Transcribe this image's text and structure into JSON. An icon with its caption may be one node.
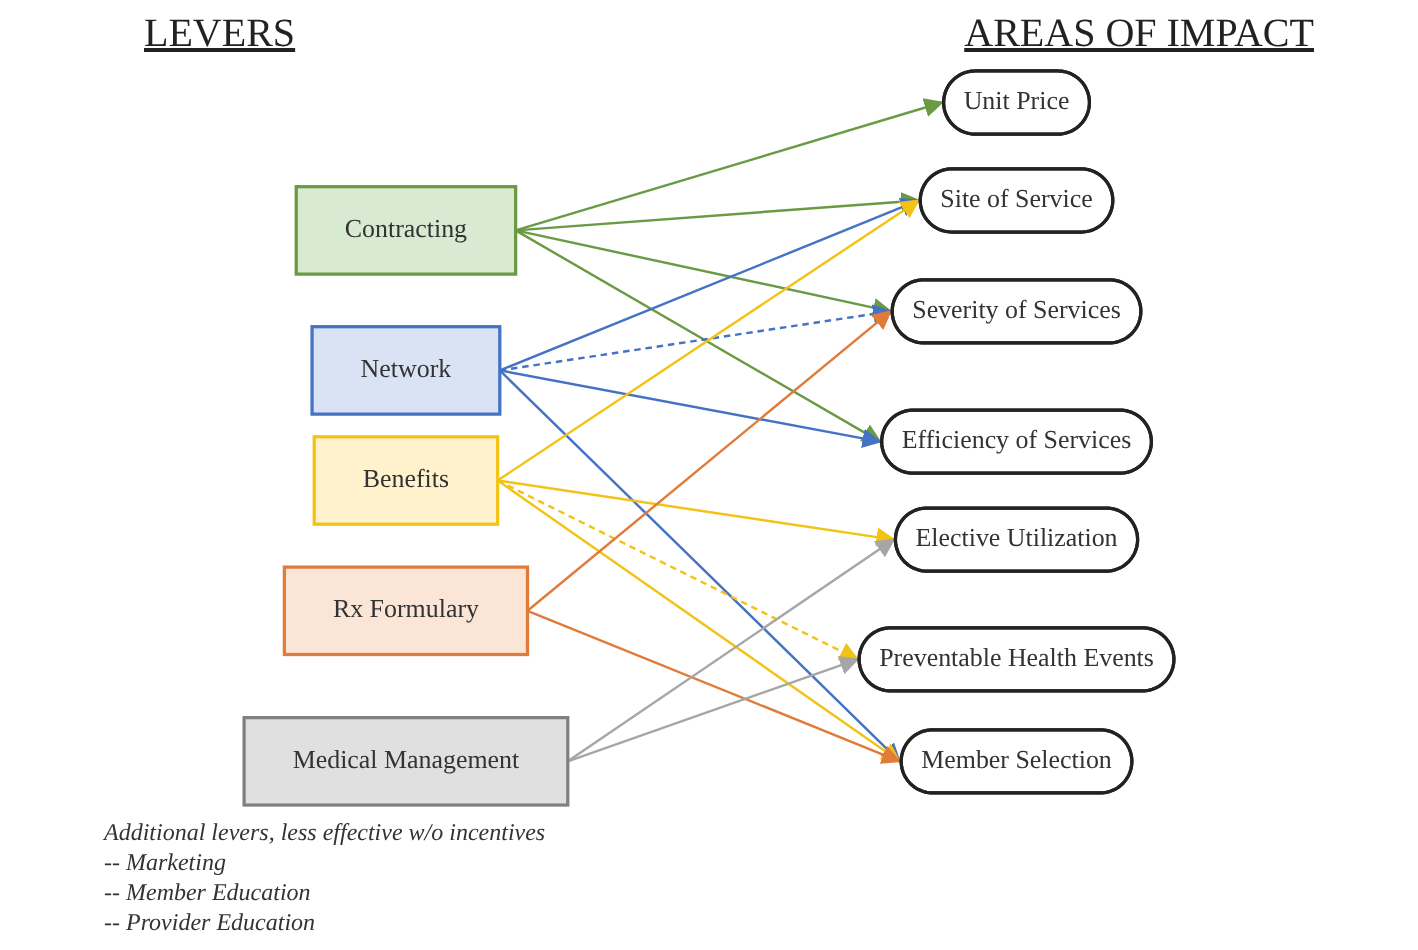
{
  "diagram": {
    "nodes": [
      {
        "text": [
          "Contracting"
        ]
      },
      {
        "text": [
          "Network"
        ]
      },
      {
        "text": [
          "Benefits"
        ]
      },
      {
        "text": [
          "Rx Formulary"
        ]
      },
      {
        "text": [
          "Medical Management"
        ]
      },
      {
        "text": [
          "Unit Price"
        ]
      },
      {
        "text": [
          "Site of Service"
        ]
      },
      {
        "text": [
          "Severity of Services"
        ]
      },
      {
        "text": [
          "Efficiency of Services"
        ]
      },
      {
        "text": [
          "Elective Utilization"
        ]
      },
      {
        "text": [
          "Preventable Health Events"
        ]
      },
      {
        "text": [
          "Member Selection"
        ]
      }
    ],
    "edges": [
      {
        "from": 0,
        "to": 5,
        "arrow": "to",
        "color": "#6a9a44"
      },
      {
        "from": 0,
        "to": 6,
        "arrow": "to",
        "color": "#6a9a44"
      },
      {
        "from": 0,
        "to": 7,
        "arrow": "to",
        "color": "#6a9a44"
      },
      {
        "from": 0,
        "to": 8,
        "arrow": "to",
        "color": "#6a9a44"
      },
      {
        "from": 1,
        "to": 6,
        "arrow": "to",
        "color": "#4472c4"
      },
      {
        "from": 1,
        "to": 7,
        "arrow": "to",
        "style": "dashed",
        "color": "#4472c4"
      },
      {
        "from": 1,
        "to": 8,
        "arrow": "to",
        "color": "#4472c4"
      },
      {
        "from": 1,
        "to": 11,
        "arrow": "to",
        "color": "#4472c4"
      },
      {
        "from": 2,
        "to": 6,
        "arrow": "to",
        "color": "#f2c314"
      },
      {
        "from": 2,
        "to": 9,
        "arrow": "to",
        "color": "#f2c314"
      },
      {
        "from": 2,
        "to": 10,
        "arrow": "to",
        "style": "dashed",
        "color": "#f2c314"
      },
      {
        "from": 2,
        "to": 11,
        "arrow": "to",
        "color": "#f2c314"
      },
      {
        "from": 3,
        "to": 7,
        "arrow": "to",
        "color": "#e07b39"
      },
      {
        "from": 3,
        "to": 11,
        "arrow": "to",
        "color": "#e07b39"
      },
      {
        "from": 4,
        "to": 9,
        "arrow": "to",
        "color": "#a6a6a6"
      },
      {
        "from": 4,
        "to": 10,
        "arrow": "to",
        "color": "#a6a6a6"
      }
    ],
    "labels": [
      "LEVERS",
      "AREAS OF IMPACT",
      "Additional levers, less effective w/o incentives",
      "-- Marketing",
      "-- Member Education",
      "-- Provider Education"
    ]
  }
}
